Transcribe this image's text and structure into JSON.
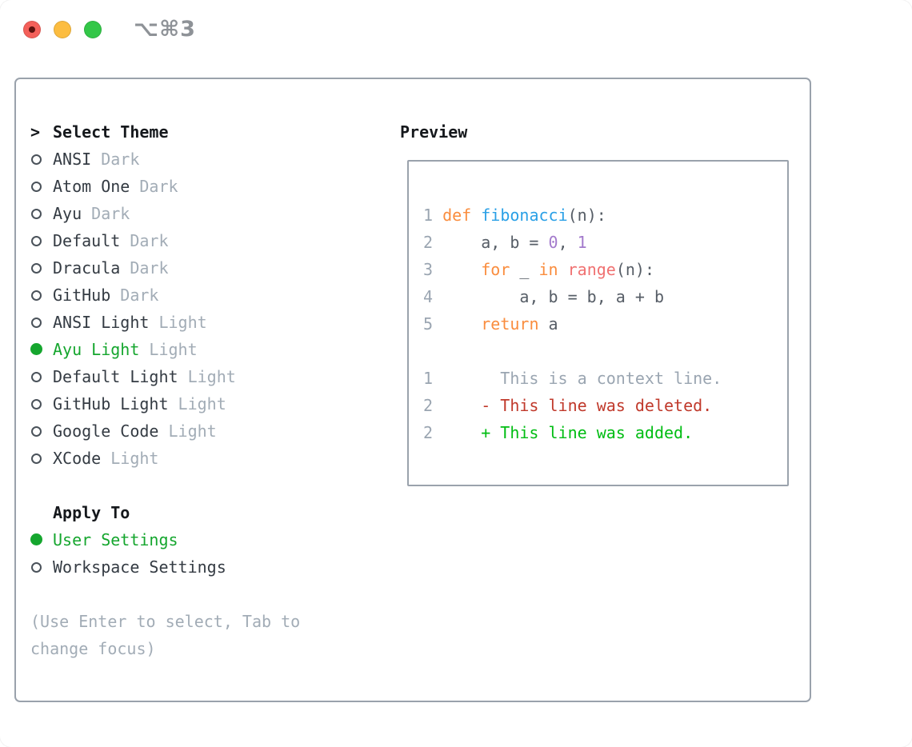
{
  "window": {
    "title": "⌥⌘3"
  },
  "colors": {
    "accent_green": "#15a62e",
    "diff_red": "#c0392b",
    "diff_green": "#00bd13",
    "keyword_orange": "#fa8d3e",
    "function_blue": "#2aa0e6",
    "builtin_coral": "#f07171",
    "number_purple": "#a37acc",
    "code_text": "#565d66",
    "muted_gray": "#a2acb6",
    "line_number_gray": "#9aa5b1",
    "text_dark": "#343b43",
    "heading_black": "#15181c",
    "border_gray": "#9aa2ac",
    "titlebar_red": "#f4605a",
    "titlebar_yellow": "#fcbd40",
    "titlebar_green": "#33c748",
    "titlebar_symbol_gray": "#8e9297"
  },
  "theme_picker": {
    "prompt": ">",
    "title": "Select Theme",
    "items": [
      {
        "name": "ANSI",
        "variant": "Dark",
        "selected": false
      },
      {
        "name": "Atom One",
        "variant": "Dark",
        "selected": false
      },
      {
        "name": "Ayu",
        "variant": "Dark",
        "selected": false
      },
      {
        "name": "Default",
        "variant": "Dark",
        "selected": false
      },
      {
        "name": "Dracula",
        "variant": "Dark",
        "selected": false
      },
      {
        "name": "GitHub",
        "variant": "Dark",
        "selected": false
      },
      {
        "name": "ANSI Light",
        "variant": "Light",
        "selected": false
      },
      {
        "name": "Ayu Light",
        "variant": "Light",
        "selected": true
      },
      {
        "name": "Default Light",
        "variant": "Light",
        "selected": false
      },
      {
        "name": "GitHub Light",
        "variant": "Light",
        "selected": false
      },
      {
        "name": "Google Code",
        "variant": "Light",
        "selected": false
      },
      {
        "name": "XCode",
        "variant": "Light",
        "selected": false
      }
    ]
  },
  "apply_to": {
    "title": "Apply To",
    "options": [
      {
        "label": "User Settings",
        "selected": true
      },
      {
        "label": "Workspace Settings",
        "selected": false
      }
    ]
  },
  "hint": "(Use Enter to select, Tab to change focus)",
  "preview": {
    "title": "Preview",
    "lines": [
      {
        "num": "1",
        "tokens": [
          {
            "t": "def ",
            "c": "keyword"
          },
          {
            "t": "fibonacci",
            "c": "function"
          },
          {
            "t": "(n):",
            "c": "code"
          }
        ]
      },
      {
        "num": "2",
        "tokens": [
          {
            "t": "    a, b = ",
            "c": "code"
          },
          {
            "t": "0",
            "c": "number"
          },
          {
            "t": ", ",
            "c": "code"
          },
          {
            "t": "1",
            "c": "number"
          }
        ]
      },
      {
        "num": "3",
        "tokens": [
          {
            "t": "    ",
            "c": "code"
          },
          {
            "t": "for",
            "c": "keyword"
          },
          {
            "t": " _ ",
            "c": "code"
          },
          {
            "t": "in",
            "c": "keyword"
          },
          {
            "t": " ",
            "c": "code"
          },
          {
            "t": "range",
            "c": "builtin"
          },
          {
            "t": "(n):",
            "c": "code"
          }
        ]
      },
      {
        "num": "4",
        "tokens": [
          {
            "t": "        a, b = b, a + b",
            "c": "code"
          }
        ]
      },
      {
        "num": "5",
        "tokens": [
          {
            "t": "    ",
            "c": "code"
          },
          {
            "t": "return",
            "c": "keyword"
          },
          {
            "t": " a",
            "c": "code"
          }
        ]
      },
      {
        "num": "",
        "tokens": []
      },
      {
        "num": "1",
        "tokens": [
          {
            "t": "      This is a context line.",
            "c": "context"
          }
        ]
      },
      {
        "num": "2",
        "tokens": [
          {
            "t": "    - This line was deleted.",
            "c": "deleted"
          }
        ]
      },
      {
        "num": "2",
        "tokens": [
          {
            "t": "    + This line was added.",
            "c": "added"
          }
        ]
      }
    ]
  }
}
